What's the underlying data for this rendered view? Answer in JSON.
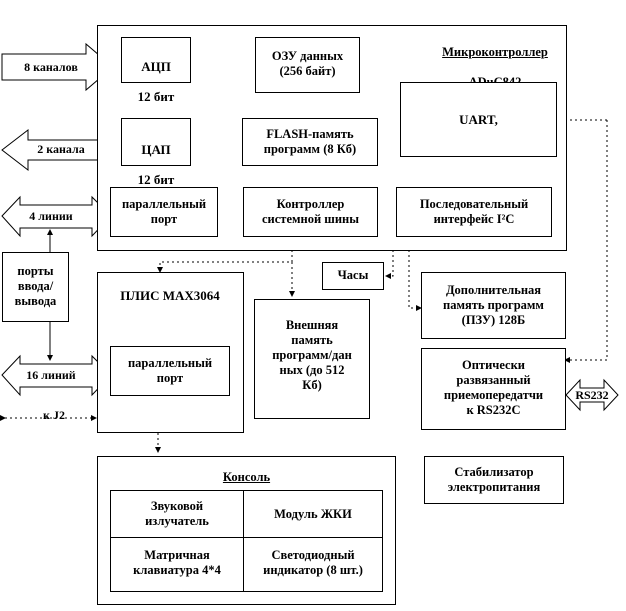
{
  "diagram": {
    "mcu": {
      "title": "Микроконтроллер",
      "model": "ADuC842"
    },
    "adc": {
      "name": "АЦП",
      "bits": "12 бит"
    },
    "dac": {
      "name": "ЦАП",
      "bits": "12 бит"
    },
    "ram": {
      "label": "ОЗУ данных\n(256 байт)"
    },
    "flash": {
      "label": "FLASH-память\nпрограмм (8 Кб)"
    },
    "uart": {
      "label": "UART,"
    },
    "par_port_mcu": {
      "label": "параллельный\nпорт"
    },
    "bus_ctrl": {
      "label": "Контроллер\nсистемной шины"
    },
    "serial_if": {
      "label": "Последовательный\nинтерфейс I²C"
    },
    "io_ports": {
      "label": "порты\nввода/\nвывода"
    },
    "pld": {
      "title": "ПЛИС MAX3064"
    },
    "par_port_pld": {
      "label": "параллельный\nпорт"
    },
    "ext_mem": {
      "label": "Внешняя\nпамять\nпрограмм/дан\nных (до 512\nКб)"
    },
    "clock": {
      "label": "Часы"
    },
    "add_mem": {
      "label": "Дополнительная\nпамять программ\n(ПЗУ)  128Б"
    },
    "opto": {
      "label": "Оптически\nразвязанный\nприемопередатчи\nк RS232C"
    },
    "rs232": {
      "label": "RS232"
    },
    "stab": {
      "label": "Стабилизатор\nэлектропитания"
    },
    "console": {
      "title": "Консоль",
      "buzzer": "Звуковой\nизлучатель",
      "lcd": "Модуль  ЖКИ",
      "keypad": "Матричная\nклавиатура 4*4",
      "led": "Светодиодный\nиндикатор (8 шт.)"
    },
    "arrows": {
      "ch8": "8 каналов",
      "ch2": "2 канала",
      "lines4": "4 линии",
      "lines16": "16 линий",
      "j2": "к J2"
    }
  }
}
